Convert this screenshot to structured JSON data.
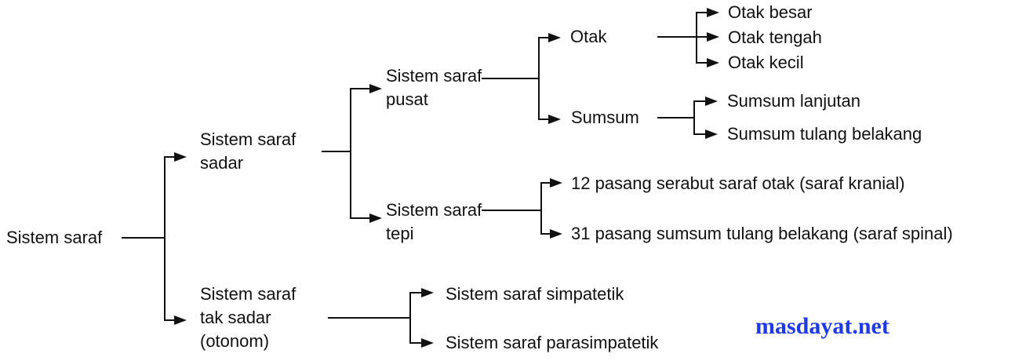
{
  "diagram": {
    "tree": {
      "label": "Sistem saraf",
      "children": [
        {
          "label": "Sistem saraf\nsadar",
          "children": [
            {
              "label": "Sistem saraf\npusat",
              "children": [
                {
                  "label": "Otak",
                  "children": [
                    {
                      "label": "Otak besar"
                    },
                    {
                      "label": "Otak tengah"
                    },
                    {
                      "label": "Otak kecil"
                    }
                  ]
                },
                {
                  "label": "Sumsum",
                  "children": [
                    {
                      "label": "Sumsum lanjutan"
                    },
                    {
                      "label": "Sumsum tulang belakang"
                    }
                  ]
                }
              ]
            },
            {
              "label": "Sistem saraf\ntepi",
              "children": [
                {
                  "label": "12 pasang serabut saraf otak (saraf kranial)"
                },
                {
                  "label": "31 pasang sumsum tulang belakang (saraf spinal)"
                }
              ]
            }
          ]
        },
        {
          "label": "Sistem saraf\ntak sadar\n(otonom)",
          "children": [
            {
              "label": "Sistem saraf simpatetik"
            },
            {
              "label": "Sistem saraf parasimpatetik"
            }
          ]
        }
      ]
    },
    "watermark": "masdayat.net",
    "colors": {
      "text": "#111111",
      "line": "#111111",
      "watermark_blue": "#1f3ae2",
      "background": "#ffffff"
    }
  }
}
